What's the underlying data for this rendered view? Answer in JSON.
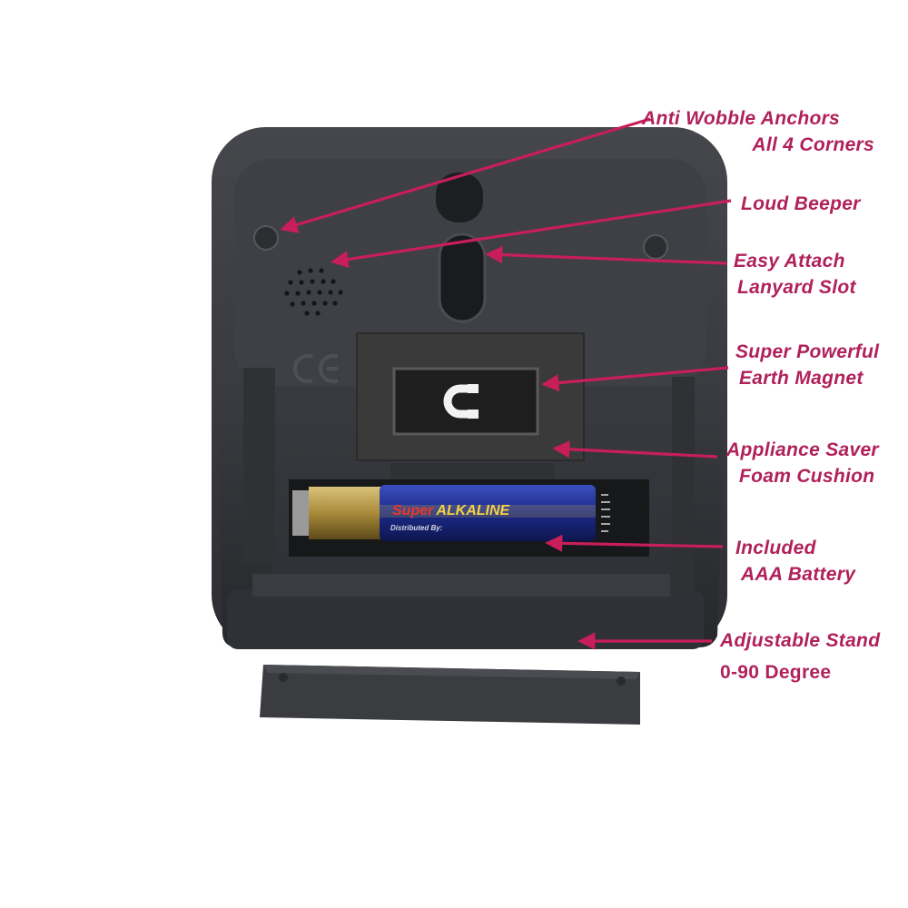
{
  "colors": {
    "callout_text": "#b0215a",
    "arrow": "#c81e5a",
    "device_body": "#34363b",
    "device_back": "#3d3f44",
    "foam": "#3a3a3a",
    "battery_label": "#1f2f8f",
    "battery_text": "#e83a2a"
  },
  "callouts": {
    "anchors": {
      "line1": "Anti Wobble Anchors",
      "line2": "All 4 Corners"
    },
    "beeper": {
      "line1": "Loud Beeper"
    },
    "lanyard": {
      "line1": "Easy Attach",
      "line2": "Lanyard Slot"
    },
    "magnet": {
      "line1": "Super Powerful",
      "line2": "Earth Magnet"
    },
    "foam": {
      "line1": "Appliance Saver",
      "line2": "Foam Cushion"
    },
    "battery": {
      "line1": "Included",
      "line2": "AAA Battery"
    },
    "stand": {
      "line1": "Adjustable Stand",
      "line2": "0-90 Degree"
    }
  },
  "battery": {
    "brand_word1": "Super",
    "brand_word2": "ALKALINE",
    "distributor": "Distributed By:"
  },
  "icons": {
    "magnet": "magnet-icon",
    "ce_mark": "ce-mark-icon",
    "speaker": "speaker-grille-icon"
  }
}
